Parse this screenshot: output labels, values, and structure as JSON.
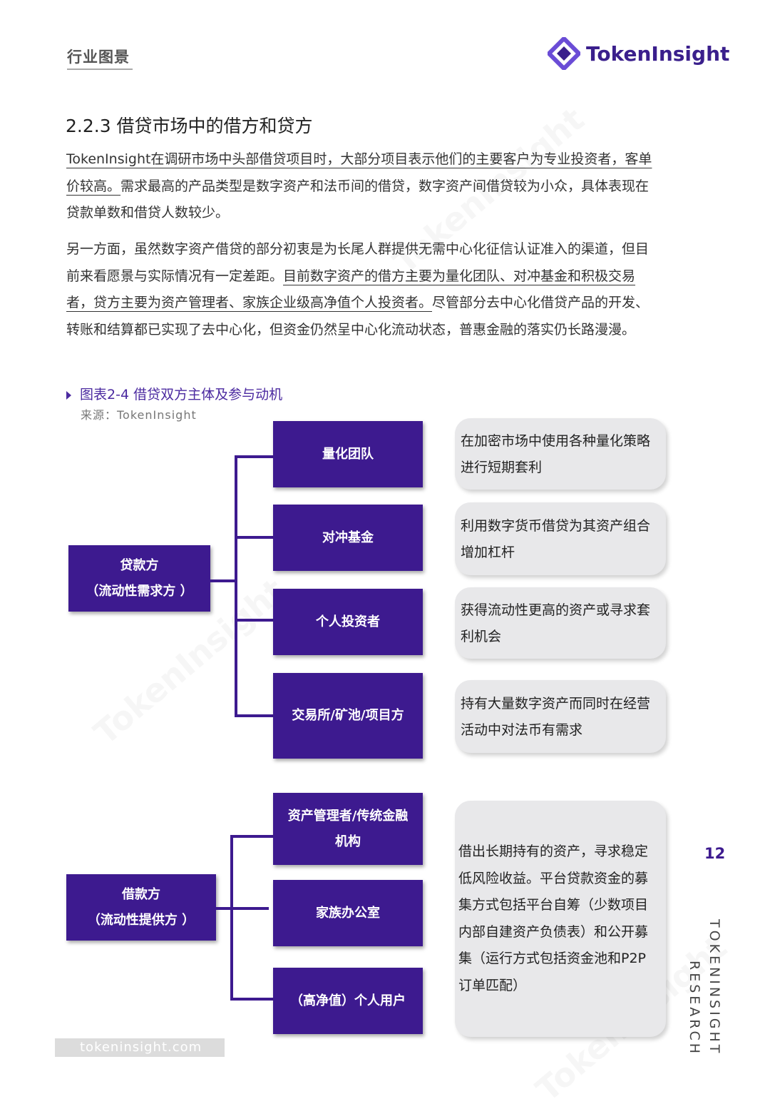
{
  "header": {
    "label": "行业图景",
    "brand": "TokenInsight"
  },
  "section": {
    "title": "2.2.3 借贷市场中的借方和贷方"
  },
  "paragraphs": {
    "p1_u": "TokenInsight在调研市场中头部借贷项目时，大部分项目表示他们的主要客户为专业投资者，客单价较高。",
    "p1_rest": "需求最高的产品类型是数字资产和法币间的借贷，数字资产间借贷较为小众，具体表现在贷款单数和借贷人数较少。",
    "p2_a": "另一方面，虽然数字资产借贷的部分初衷是为长尾人群提供无需中心化征信认证准入的渠道，但目前来看愿景与实际情况有一定差距。",
    "p2_u": "目前数字资产的借方主要为量化团队、对冲基金和积极交易者，贷方主要为资产管理者、家族企业级高净值个人投资者。",
    "p2_b": "尽管部分去中心化借贷产品的开发、转账和结算都已实现了去中心化，但资金仍然呈中心化流动状态，普惠金融的落实仍长路漫漫。"
  },
  "figure": {
    "title": "图表2-4 借贷双方主体及参与动机",
    "source": "来源：TokenInsight"
  },
  "diagram": {
    "borrower": {
      "label": "贷款方",
      "sub": "（流动性需求方 ）"
    },
    "borrower_items": [
      "量化团队",
      "对冲基金",
      "个人投资者",
      "交易所/矿池/项目方"
    ],
    "borrower_notes": [
      "在加密市场中使用各种量化策略进行短期套利",
      "利用数字货币借贷为其资产组合增加杠杆",
      "获得流动性更高的资产或寻求套利机会",
      "持有大量数字资产而同时在经营活动中对法币有需求"
    ],
    "lender": {
      "label": "借款方",
      "sub": "（流动性提供方 ）"
    },
    "lender_items": [
      "资产管理者/传统金融机构",
      "家族办公室",
      "（高净值）个人用户"
    ],
    "lender_note": "借出长期持有的资产，寻求稳定低风险收益。平台贷款资金的募集方式包括平台自筹（少数项目内部自建资产负债表）和公开募集（运行方式包括资金池和P2P订单匹配）"
  },
  "side": {
    "page_number": "12",
    "vertical_1": "TOKENINSIGHT",
    "vertical_2": "RESEARCH"
  },
  "footer": {
    "url": "tokeninsight.com"
  },
  "colors": {
    "primary": "#3d1a8f",
    "note_bg": "#e8e8ea"
  }
}
